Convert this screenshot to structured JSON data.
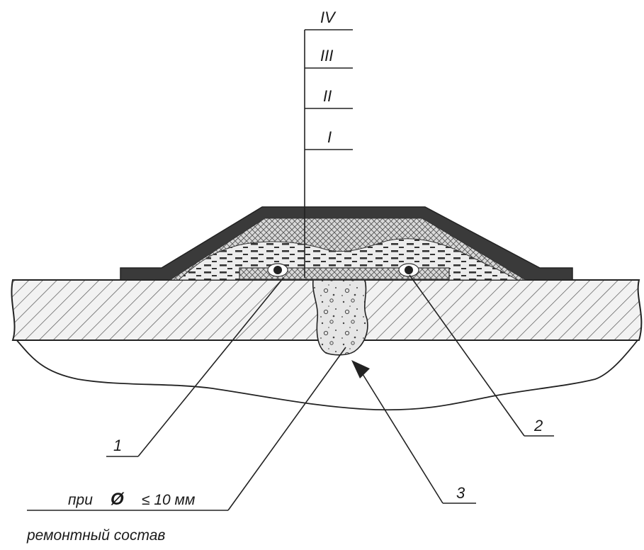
{
  "layers": {
    "l4": "IV",
    "l3": "III",
    "l2": "II",
    "l1": "I"
  },
  "callouts": {
    "c1": "1",
    "c2": "2",
    "c3": "3"
  },
  "note": {
    "condition_prefix": "при",
    "diameter_symbol": "Ø",
    "condition_value": "≤ 10 мм",
    "material": "ремонтный состав"
  }
}
